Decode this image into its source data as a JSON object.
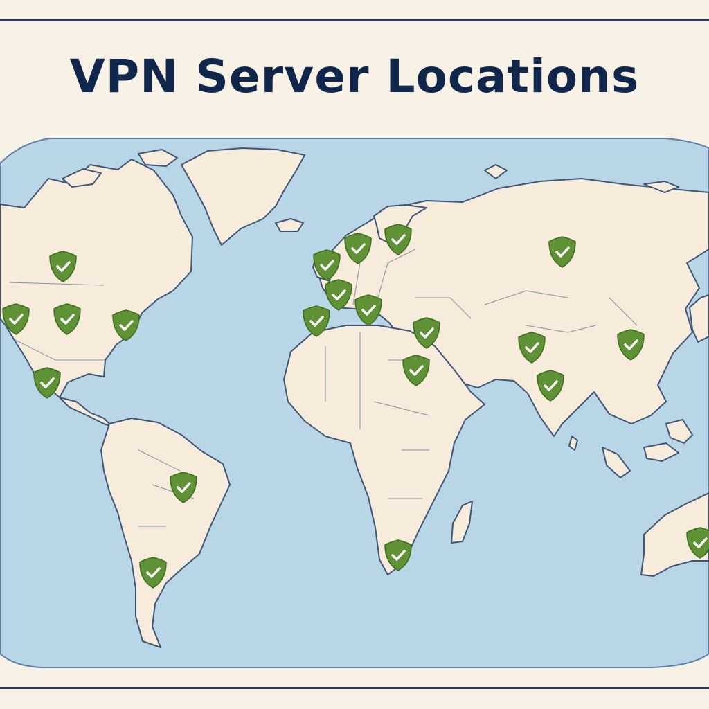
{
  "title": "VPN Server Locations",
  "colors": {
    "background": "#f8f1e6",
    "ocean": "#b9d6e6",
    "land": "#f7ecdb",
    "coastline": "#3f5577",
    "marker": "#5f9234",
    "title": "#10264a"
  },
  "marker_icon": "shield-check-icon",
  "markers": [
    {
      "region": "canada-west"
    },
    {
      "region": "us-west"
    },
    {
      "region": "us-central"
    },
    {
      "region": "us-east"
    },
    {
      "region": "mexico"
    },
    {
      "region": "brazil"
    },
    {
      "region": "argentina"
    },
    {
      "region": "uk"
    },
    {
      "region": "netherlands"
    },
    {
      "region": "sweden"
    },
    {
      "region": "france"
    },
    {
      "region": "spain"
    },
    {
      "region": "italy"
    },
    {
      "region": "turkey"
    },
    {
      "region": "egypt"
    },
    {
      "region": "south-africa"
    },
    {
      "region": "russia"
    },
    {
      "region": "india-north"
    },
    {
      "region": "india-south"
    },
    {
      "region": "china"
    },
    {
      "region": "australia"
    }
  ]
}
